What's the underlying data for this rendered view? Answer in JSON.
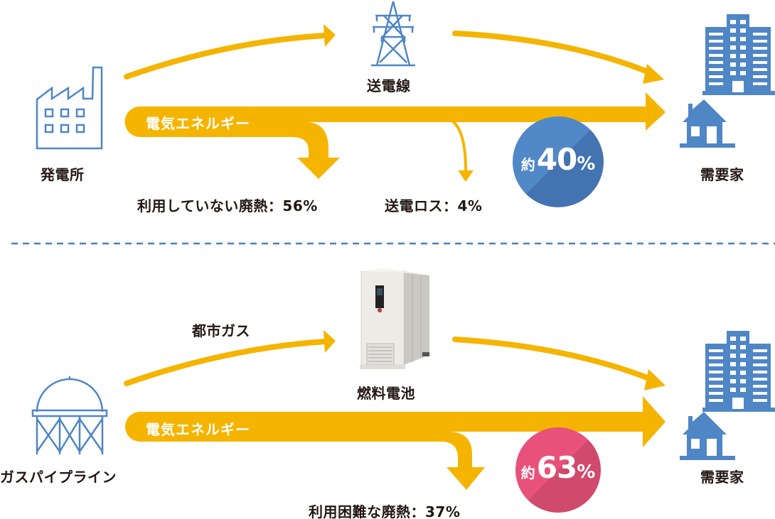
{
  "colors": {
    "arrow": "#f5b400",
    "icon_blue": "#4f86c6",
    "circle_blue": "#4f86c6",
    "circle_pink": "#e8527a",
    "text": "#231815",
    "divider": "#4a7fc1"
  },
  "top": {
    "source_label": "発電所",
    "transmission_label": "送電線",
    "band_label": "電気エネルギー",
    "waste_heat_label": "利用していない廃熱：56%",
    "transmission_loss_label": "送電ロス：4%",
    "efficiency": {
      "prefix": "約",
      "value": "40",
      "unit": "%"
    },
    "consumer_label": "需要家"
  },
  "bottom": {
    "source_label": "ガスパイプライン",
    "gas_label": "都市ガス",
    "fuel_cell_label": "燃料電池",
    "band_label": "電気エネルギー",
    "waste_heat_label": "利用困難な廃熱：37%",
    "efficiency": {
      "prefix": "約",
      "value": "63",
      "unit": "%"
    },
    "consumer_label": "需要家"
  }
}
